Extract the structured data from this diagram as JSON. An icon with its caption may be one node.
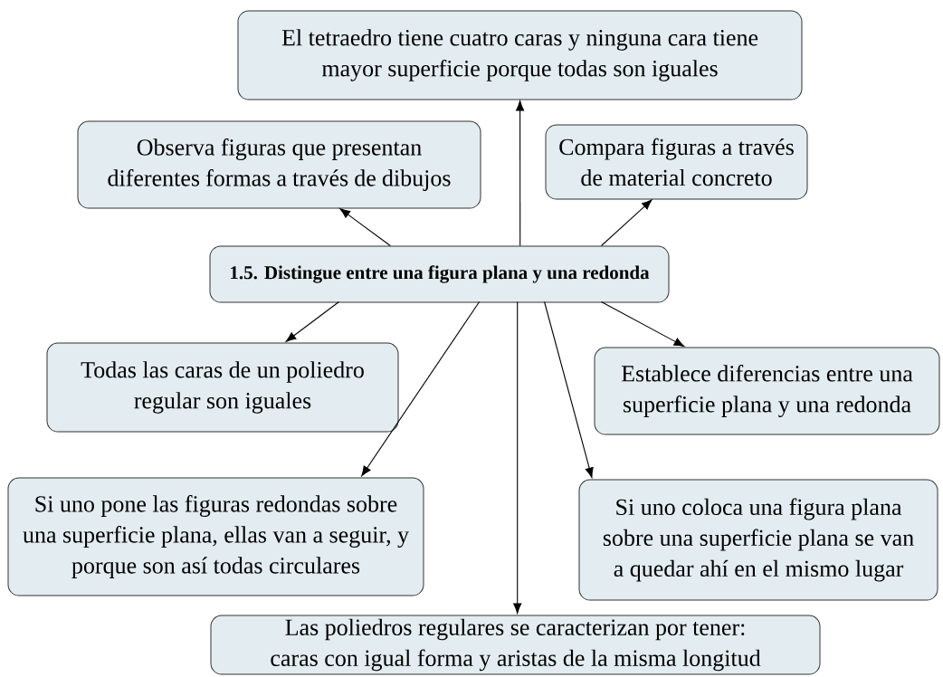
{
  "diagram": {
    "nodes": [
      {
        "text": [
          "1.5. Distingue entre una figura plana y una redonda"
        ]
      },
      {
        "text": [
          "El tetraedro tiene cuatro caras y ninguna cara tiene mayor superficie porque todas son iguales"
        ]
      },
      {
        "text": [
          "Observa figuras que presentan diferentes formas a través de dibujos"
        ]
      },
      {
        "text": [
          "Compara figuras a través de material concreto"
        ]
      },
      {
        "text": [
          "Todas las caras de un poliedro regular son iguales"
        ]
      },
      {
        "text": [
          "Establece diferencias entre una superficie plana y una redonda"
        ]
      },
      {
        "text": [
          "Si uno pone las figuras redondas sobre una superficie plana, ellas van a seguir, y porque son así todas circulares"
        ]
      },
      {
        "text": [
          "Si uno coloca una figura plana sobre una superficie plana se van a quedar ahí en el mismo lugar"
        ]
      },
      {
        "text": [
          "Las poliedros regulares se caracterizan por tener: caras con igual forma y aristas de la misma longitud"
        ]
      }
    ],
    "edges": [
      {
        "from": 0,
        "to": 1,
        "arrow": "to"
      },
      {
        "from": 0,
        "to": 2,
        "arrow": "to"
      },
      {
        "from": 0,
        "to": 3,
        "arrow": "to"
      },
      {
        "from": 0,
        "to": 4,
        "arrow": "to"
      },
      {
        "from": 0,
        "to": 5,
        "arrow": "to"
      },
      {
        "from": 0,
        "to": 6,
        "arrow": "to"
      },
      {
        "from": 0,
        "to": 7,
        "arrow": "to"
      },
      {
        "from": 0,
        "to": 8,
        "arrow": "to"
      }
    ]
  }
}
